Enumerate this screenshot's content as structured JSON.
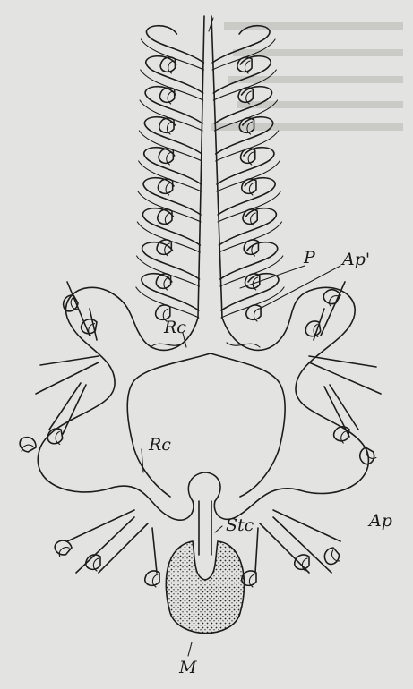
{
  "figure": {
    "labels": {
      "P": "P",
      "Ap_prime": "Ap'",
      "Rc_upper": "Rc",
      "Rc_lower": "Rc",
      "Ap": "Ap",
      "Stc": "Stc",
      "M": "M"
    },
    "colors": {
      "background": "#e3e3e1",
      "line": "#1d1d1d",
      "stipple": "#2a2a2a"
    }
  }
}
